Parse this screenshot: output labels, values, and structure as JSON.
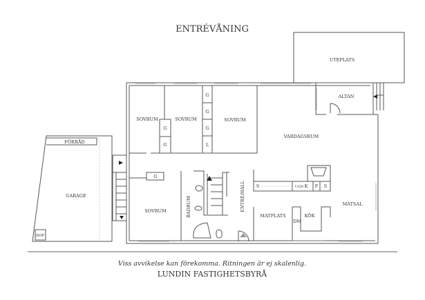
{
  "title": "ENTRÉVÅNING",
  "rooms": {
    "uteplats": "UTEPLATS",
    "altan": "ALTAN",
    "sovrum1": "SOVRUM",
    "sovrum2": "SOVRUM",
    "sovrum3": "SOVRUM",
    "sovrum4": "SOVRUM",
    "vardagsrum": "VARDAGSRUM",
    "forrad": "FÖRRÅD",
    "garage": "GARAGE",
    "sop": "SOP",
    "badrum": "BADRUM",
    "entre_hall": "ENTRÉ/HALL",
    "matplats": "MATPLATS",
    "kok": "KÖK",
    "dm": "DM",
    "matsal": "MATSAL"
  },
  "closets": [
    "G",
    "G",
    "G",
    "G",
    "G",
    "L",
    "G"
  ],
  "kitchen": {
    "s1": "S",
    "ugn": "UGN",
    "k": "K",
    "f": "F",
    "s2": "S"
  },
  "footer": {
    "disclaimer": "Viss avvikelse kan förekomma. Ritningen är ej skalenlig.",
    "company": "LUNDIN FASTIGHETSBYRÅ"
  }
}
